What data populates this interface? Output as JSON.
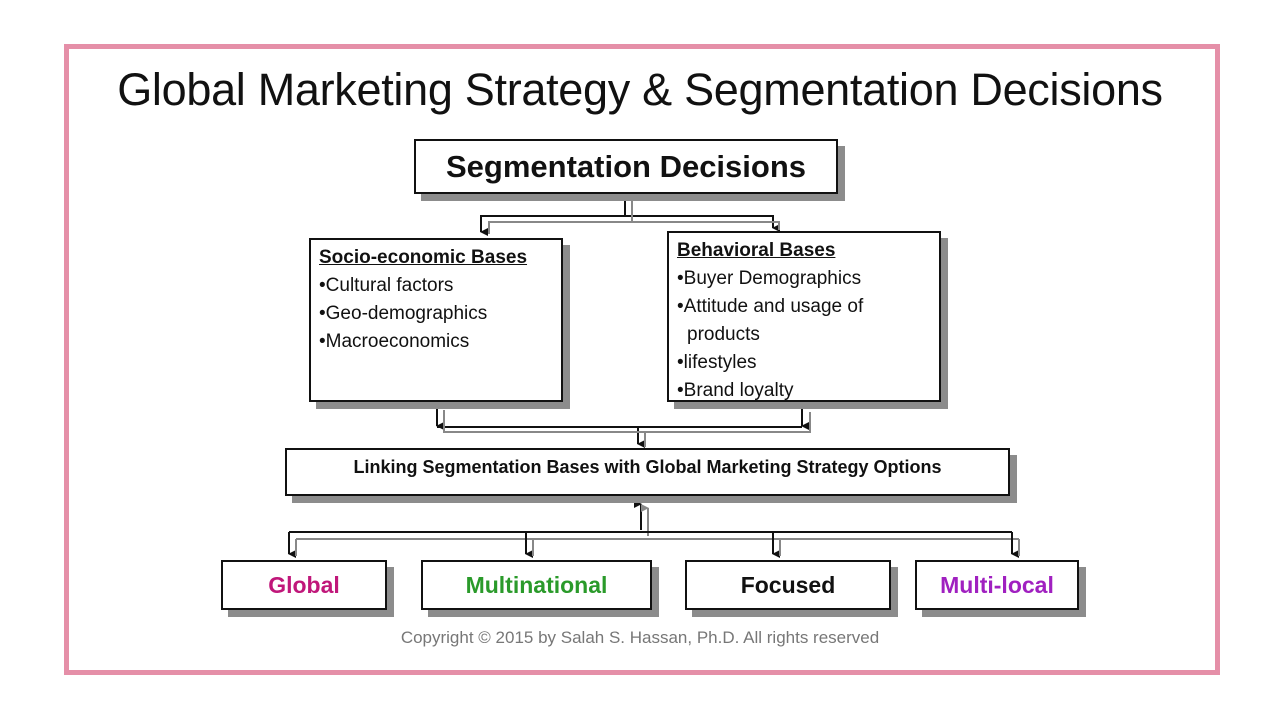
{
  "slide": {
    "title": "Global Marketing Strategy & Segmentation Decisions",
    "copyright": "Copyright © 2015 by Salah S. Hassan, Ph.D. All rights reserved"
  },
  "diagram": {
    "root": "Segmentation Decisions",
    "socio": {
      "heading": "Socio-economic Bases",
      "items": [
        "•Cultural factors",
        "•Geo-demographics",
        "•Macroeconomics"
      ]
    },
    "behavioral": {
      "heading": "Behavioral Bases",
      "items": [
        "•Buyer Demographics",
        "•Attitude and usage of",
        "products",
        "•lifestyles",
        "•Brand loyalty"
      ]
    },
    "linking": "Linking Segmentation Bases with Global Marketing Strategy Options",
    "options": [
      {
        "label": "Global",
        "color": "#c0177a"
      },
      {
        "label": "Multinational",
        "color": "#2a9a2a"
      },
      {
        "label": "Focused",
        "color": "#111111"
      },
      {
        "label": "Multi-local",
        "color": "#a020c0"
      }
    ]
  }
}
